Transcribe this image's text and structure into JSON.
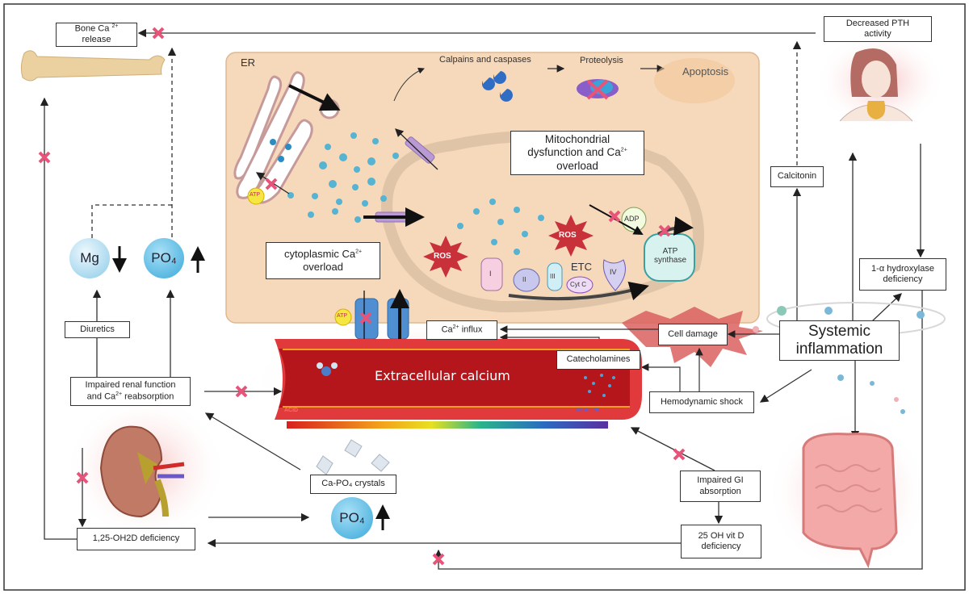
{
  "labels": {
    "bone_release": "Bone Ca",
    "bone_release_sup": "2+",
    "bone_release_2": "release",
    "er": "ER",
    "calpains": "Calpains and caspases",
    "proteolysis": "Proteolysis",
    "apoptosis": "Apoptosis",
    "mito_1": "Mitochondrial",
    "mito_2": "dysfunction and Ca",
    "mito_sup": "2+",
    "mito_3": "overload",
    "cyto_1": "cytoplasmic Ca",
    "cyto_sup": "2+",
    "cyto_2": "overload",
    "ros": "ROS",
    "adp": "ADP",
    "atp_pump": "ATP",
    "atp_synthase": "ATP synthase",
    "etc": "ETC",
    "complex_1": "I",
    "complex_2": "II",
    "complex_3": "III",
    "complex_4": "IV",
    "cyt_c": "Cyt C",
    "mg": "Mg",
    "po4": "PO₄",
    "diuretics": "Diuretics",
    "renal_1": "Impaired renal function",
    "renal_2": "and Ca",
    "renal_sup": "2+",
    "renal_3": " reabsorption",
    "vitd_125": "1,25-OH2D deficiency",
    "crystals": "Ca-PO₄ crystals",
    "influx": "Ca",
    "influx_sup": "2+",
    "influx_2": " influx",
    "extracellular": "Extracellular calcium",
    "acid": "ACID",
    "alkaline": "AKALINE",
    "catecholamines": "Catecholamines",
    "cell_damage": "Cell damage",
    "hemodynamic": "Hemodynamic shock",
    "systemic_1": "Systemic",
    "systemic_2": "inflammation",
    "pth_1": "Decreased PTH",
    "pth_2": "activity",
    "calcitonin": "Calcitonin",
    "hydroxylase_1": "1-α hydroxylase",
    "hydroxylase_2": "deficiency",
    "gi_1": "Impaired GI",
    "gi_2": "absorption",
    "vitd25_1": "25 OH vit D",
    "vitd25_2": "deficiency"
  },
  "colors": {
    "cell_bg": "#f6d8bb",
    "blocked_x": "#e8537a",
    "vessel": "#c81e24",
    "ca_ion": "#3fa7c9",
    "ros": "#c8303a"
  },
  "icons": [
    "bone-icon",
    "woman-thyroid-icon",
    "kidney-icon",
    "intestine-icon",
    "crystal-icon",
    "blocked-x-icon",
    "water-molecule-icon"
  ]
}
